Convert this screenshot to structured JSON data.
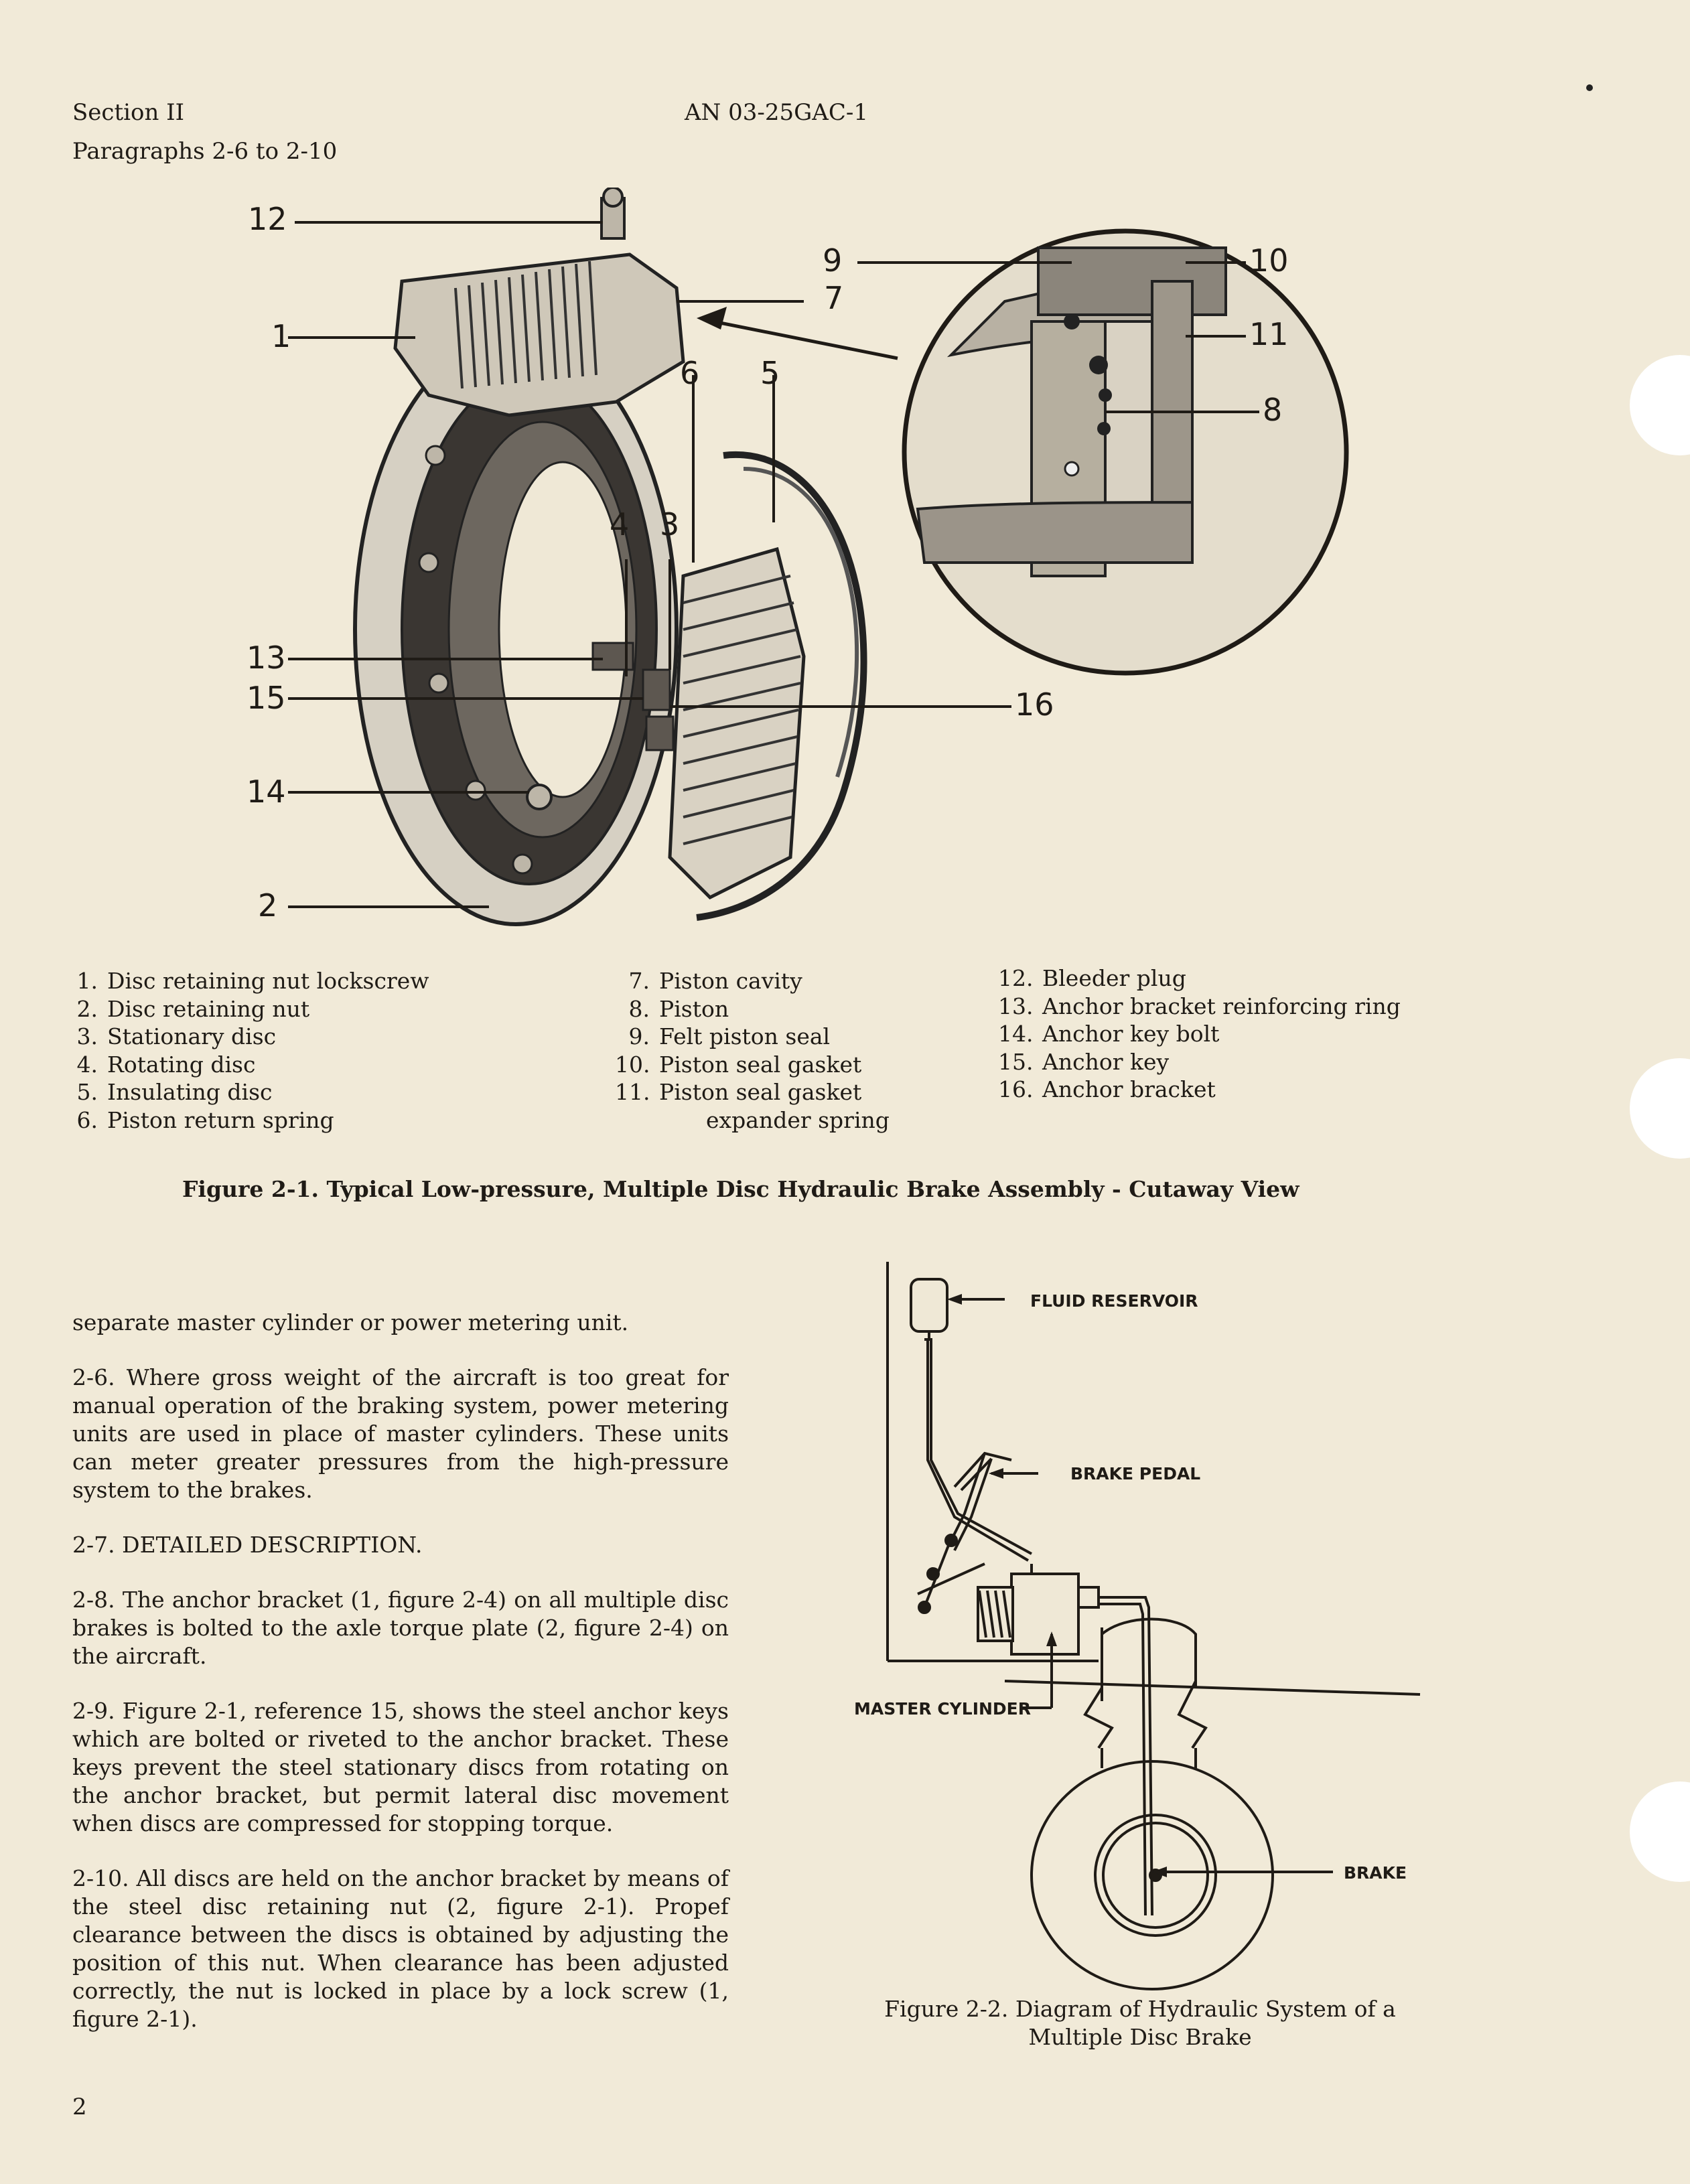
{
  "header": {
    "section": "Section II",
    "doc_number": "AN 03-25GAC-1",
    "paragraphs": "Paragraphs 2-6 to 2-10"
  },
  "figure1": {
    "callouts": [
      "12",
      "1",
      "9",
      "7",
      "10",
      "11",
      "8",
      "6",
      "5",
      "4",
      "3",
      "13",
      "15",
      "16",
      "14",
      "2"
    ],
    "legend_col1": [
      {
        "num": "1.",
        "text": "Disc retaining nut lockscrew"
      },
      {
        "num": "2.",
        "text": "Disc retaining nut"
      },
      {
        "num": "3.",
        "text": "Stationary disc"
      },
      {
        "num": "4.",
        "text": "Rotating disc"
      },
      {
        "num": "5.",
        "text": "Insulating disc"
      },
      {
        "num": "6.",
        "text": "Piston  return spring"
      }
    ],
    "legend_col2": [
      {
        "num": "7.",
        "text": "Piston cavity"
      },
      {
        "num": "8.",
        "text": "Piston"
      },
      {
        "num": "9.",
        "text": "Felt piston seal"
      },
      {
        "num": "10.",
        "text": "Piston seal gasket"
      },
      {
        "num": "11.",
        "text": "Piston seal gasket"
      }
    ],
    "legend_col2_cont": "expander spring",
    "legend_col3": [
      {
        "num": "12.",
        "text": "Bleeder plug"
      },
      {
        "num": "13.",
        "text": "Anchor bracket reinforcing ring"
      },
      {
        "num": "14.",
        "text": "Anchor key bolt"
      },
      {
        "num": "15.",
        "text": "Anchor key"
      },
      {
        "num": "16.",
        "text": "Anchor bracket"
      }
    ],
    "caption": "Figure 2-1.  Typical Low-pressure, Multiple Disc Hydraulic Brake Assembly - Cutaway View"
  },
  "body": {
    "p0": "separate master cylinder or power metering unit.",
    "p1": "2-6. Where gross weight of the aircraft is too great for manual operation of the braking system, power metering units are used in place of master cylinders. These units can meter greater pressures from the high-pressure system to the brakes.",
    "p2": "2-7. DETAILED DESCRIPTION.",
    "p3": "2-8. The anchor bracket (1, figure 2-4) on all multiple disc brakes is bolted to the axle torque plate (2, figure 2-4) on the aircraft.",
    "p4": "2-9. Figure 2-1, reference 15, shows the steel anchor keys which are bolted or riveted to the anchor bracket. These keys prevent the steel stationary discs from rotating on the anchor bracket, but permit lateral disc movement when discs are compressed for stopping torque.",
    "p5": "2-10. All discs are held on the anchor bracket by means of the steel disc retaining nut (2, figure 2-1). Propef clearance between the discs is obtained by adjusting the position of this nut. When clearance has been adjusted correctly, the nut is locked in place by a lock screw (1, figure 2-1)."
  },
  "figure2": {
    "labels": {
      "reservoir": "FLUID RESERVOIR",
      "pedal": "BRAKE PEDAL",
      "master": "MASTER CYLINDER",
      "brake": "BRAKE"
    },
    "caption_line1": "Figure 2-2.  Diagram of Hydraulic System of a",
    "caption_line2": "Multiple Disc Brake"
  },
  "page_number": "2"
}
